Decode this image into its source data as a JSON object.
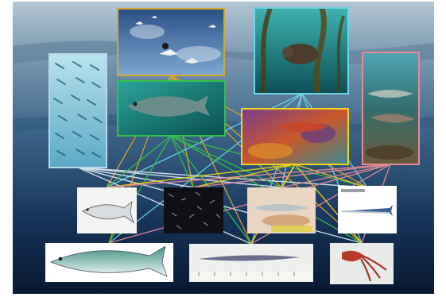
{
  "diagram": {
    "kind": "food-web",
    "background": {
      "top": "#9fb6c8",
      "mid": "#3f6b8c",
      "bottom": "#0a1c36"
    },
    "nodes": [
      {
        "id": "seabirds",
        "icon": "seabird-photo",
        "frame": "#d9a62e",
        "tier": "predator"
      },
      {
        "id": "sea-lion",
        "icon": "sea-lion-in-kelp-photo",
        "frame": "#6fd4e6",
        "tier": "predator"
      },
      {
        "id": "schooling-fish",
        "icon": "fish-school-photo",
        "frame": "#b9d7ea",
        "tier": "predator"
      },
      {
        "id": "tuna",
        "icon": "tuna-photo",
        "frame": "#33c24a",
        "tier": "predator"
      },
      {
        "id": "rockfish",
        "icon": "rockfish-photo",
        "frame": "#f2d21a",
        "tier": "predator"
      },
      {
        "id": "salmon",
        "icon": "salmon-photo",
        "frame": "#e98a96",
        "tier": "predator"
      },
      {
        "id": "herring",
        "icon": "herring-drawing",
        "frame": "#ffffff",
        "tier": "forage"
      },
      {
        "id": "krill",
        "icon": "krill-photo",
        "frame": "#ffffff",
        "tier": "forage"
      },
      {
        "id": "smelt",
        "icon": "smelt-photo",
        "frame": "#ffffff",
        "tier": "forage"
      },
      {
        "id": "saury",
        "icon": "saury-drawing",
        "frame": "#ffffff",
        "tier": "forage"
      },
      {
        "id": "mackerel",
        "icon": "mackerel-drawing",
        "frame": "#ffffff",
        "tier": "forage"
      },
      {
        "id": "sand-lance",
        "icon": "sand-lance-photo",
        "frame": "#ffffff",
        "tier": "forage"
      },
      {
        "id": "squid",
        "icon": "squid-photo",
        "frame": "#ffffff",
        "tier": "forage"
      }
    ],
    "links": [
      {
        "from": "seabirds",
        "to": "herring",
        "color": "#d9a62e"
      },
      {
        "from": "seabirds",
        "to": "krill",
        "color": "#d9a62e"
      },
      {
        "from": "seabirds",
        "to": "smelt",
        "color": "#d9a62e"
      },
      {
        "from": "seabirds",
        "to": "saury",
        "color": "#d9a62e"
      },
      {
        "from": "seabirds",
        "to": "mackerel",
        "color": "#d9a62e"
      },
      {
        "from": "seabirds",
        "to": "sand-lance",
        "color": "#d9a62e"
      },
      {
        "from": "seabirds",
        "to": "squid",
        "color": "#d9a62e"
      },
      {
        "from": "sea-lion",
        "to": "herring",
        "color": "#6fd4e6"
      },
      {
        "from": "sea-lion",
        "to": "smelt",
        "color": "#6fd4e6"
      },
      {
        "from": "sea-lion",
        "to": "saury",
        "color": "#6fd4e6"
      },
      {
        "from": "sea-lion",
        "to": "mackerel",
        "color": "#6fd4e6"
      },
      {
        "from": "sea-lion",
        "to": "sand-lance",
        "color": "#6fd4e6"
      },
      {
        "from": "sea-lion",
        "to": "squid",
        "color": "#6fd4e6"
      },
      {
        "from": "schooling-fish",
        "to": "krill",
        "color": "#dfe9f2"
      },
      {
        "from": "schooling-fish",
        "to": "smelt",
        "color": "#dfe9f2"
      },
      {
        "from": "schooling-fish",
        "to": "saury",
        "color": "#dfe9f2"
      },
      {
        "from": "schooling-fish",
        "to": "sand-lance",
        "color": "#dfe9f2"
      },
      {
        "from": "schooling-fish",
        "to": "squid",
        "color": "#dfe9f2"
      },
      {
        "from": "tuna",
        "to": "herring",
        "color": "#33c24a"
      },
      {
        "from": "tuna",
        "to": "krill",
        "color": "#33c24a"
      },
      {
        "from": "tuna",
        "to": "smelt",
        "color": "#33c24a"
      },
      {
        "from": "tuna",
        "to": "saury",
        "color": "#33c24a"
      },
      {
        "from": "tuna",
        "to": "mackerel",
        "color": "#33c24a"
      },
      {
        "from": "tuna",
        "to": "sand-lance",
        "color": "#33c24a"
      },
      {
        "from": "tuna",
        "to": "squid",
        "color": "#33c24a"
      },
      {
        "from": "rockfish",
        "to": "herring",
        "color": "#f2d21a"
      },
      {
        "from": "rockfish",
        "to": "krill",
        "color": "#f2d21a"
      },
      {
        "from": "rockfish",
        "to": "smelt",
        "color": "#f2d21a"
      },
      {
        "from": "rockfish",
        "to": "saury",
        "color": "#f2d21a"
      },
      {
        "from": "rockfish",
        "to": "sand-lance",
        "color": "#f2d21a"
      },
      {
        "from": "rockfish",
        "to": "squid",
        "color": "#f2d21a"
      },
      {
        "from": "salmon",
        "to": "herring",
        "color": "#e98a96"
      },
      {
        "from": "salmon",
        "to": "krill",
        "color": "#e98a96"
      },
      {
        "from": "salmon",
        "to": "smelt",
        "color": "#e98a96"
      },
      {
        "from": "salmon",
        "to": "mackerel",
        "color": "#e98a96"
      },
      {
        "from": "salmon",
        "to": "sand-lance",
        "color": "#e98a96"
      },
      {
        "from": "salmon",
        "to": "squid",
        "color": "#e98a96"
      }
    ]
  }
}
